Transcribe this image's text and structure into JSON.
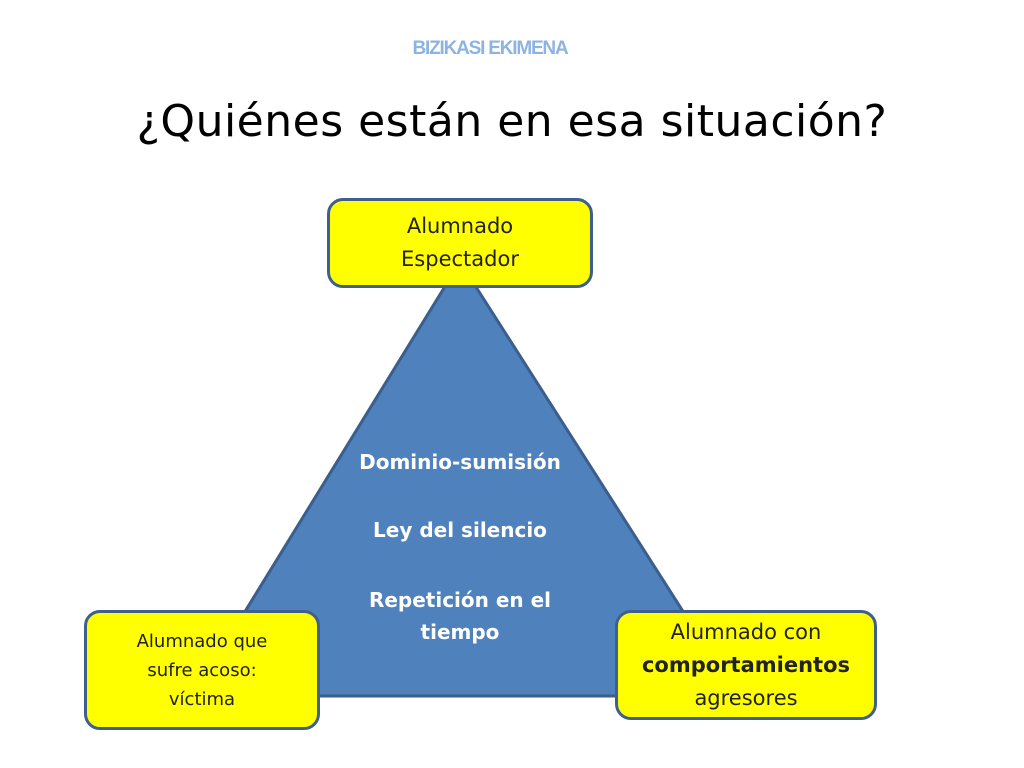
{
  "header": {
    "tag": "BIZIKASI EKIMENA",
    "title": "¿Quiénes están en esa situación?"
  },
  "diagram": {
    "triangle_color": "#4f81bd",
    "triangle_border": "#3b5e8c",
    "node_color": "#ffff00",
    "center_lines": [
      "Dominio-sumisión",
      "Ley del silencio",
      "Repetición en el",
      "tiempo"
    ],
    "nodes": {
      "top": [
        "Alumnado",
        "Espectador"
      ],
      "left": [
        "Alumnado que",
        "sufre acoso:",
        "víctima"
      ],
      "right": [
        "Alumnado con",
        "comportamientos",
        "agresores"
      ]
    }
  }
}
